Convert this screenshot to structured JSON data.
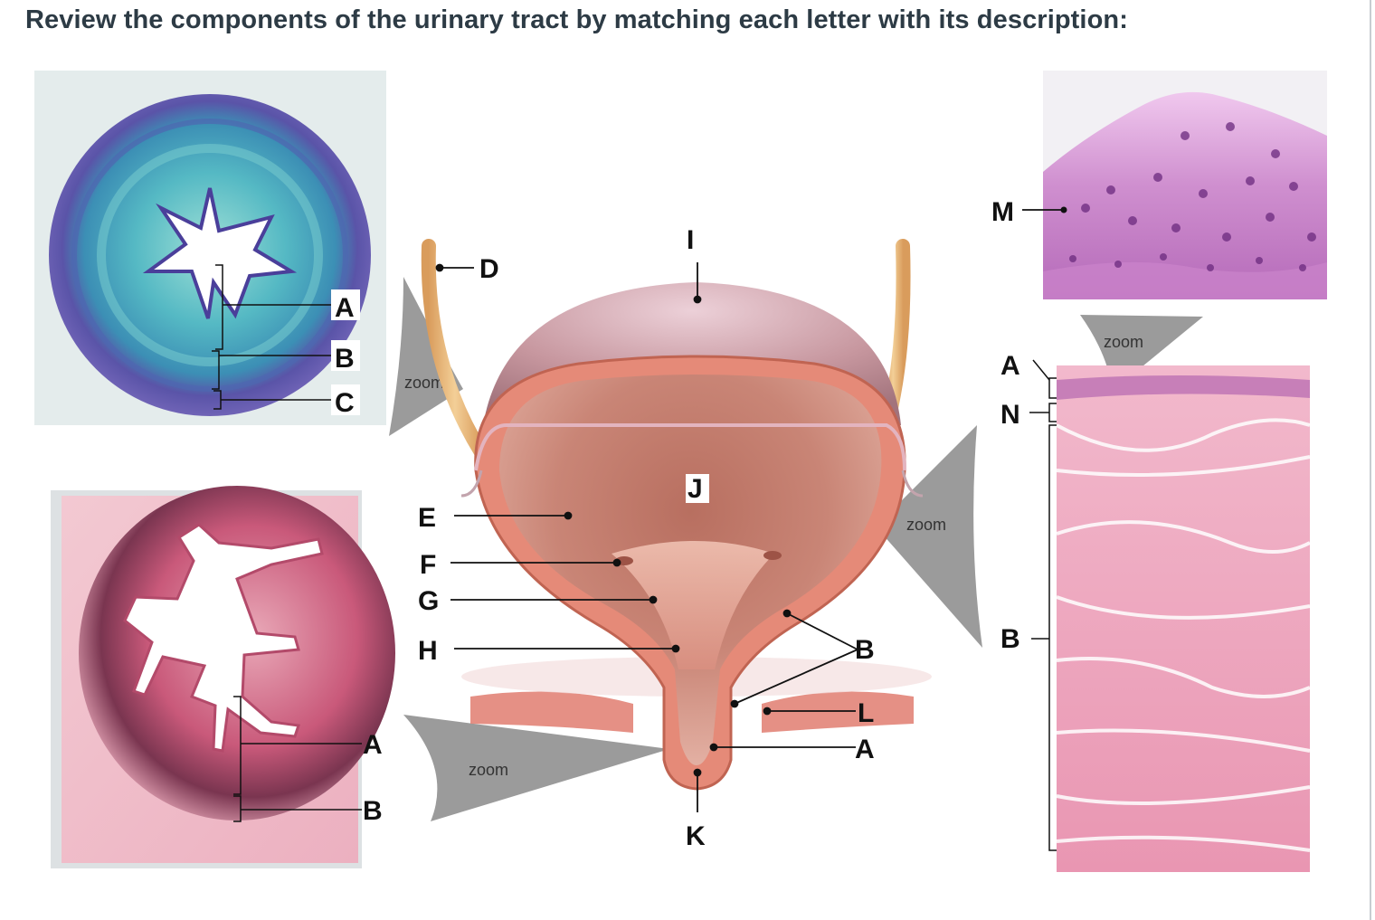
{
  "question": {
    "prompt": "Review the components of the urinary tract by matching each letter with its description:"
  },
  "zoom_label": "zoom",
  "labels": {
    "ureter_a": "A",
    "ureter_b": "B",
    "ureter_c": "C",
    "urethra_a": "A",
    "urethra_b": "B",
    "d": "D",
    "e": "E",
    "f": "F",
    "g": "G",
    "h": "H",
    "i": "I",
    "j": "J",
    "k": "K",
    "bladder_b": "B",
    "l": "L",
    "bladder_a": "A",
    "m": "M",
    "wall_a": "A",
    "n": "N",
    "wall_b": "B"
  },
  "colors": {
    "title": "#2d3b45",
    "callout_gray": "#9b9b9b",
    "ureter_stain": "#3aa6b8",
    "ureter_purple": "#6a4fa8",
    "urethra_pink": "#d9607f",
    "bladder_outer": "#d99aa3",
    "bladder_inner": "#c9837a",
    "muscle": "#e0695e",
    "ureter_tube": "#e8bb82",
    "he_pink": "#e88aa8",
    "epithelium": "#c98ac9"
  }
}
